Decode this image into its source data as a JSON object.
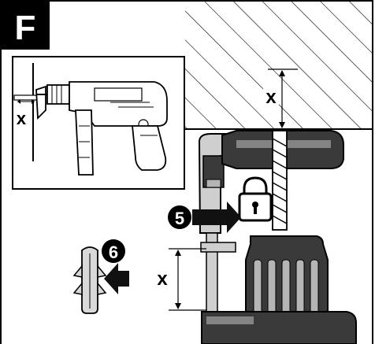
{
  "figure": {
    "panel_letter": "F",
    "step_numbers": [
      "5",
      "6"
    ],
    "dimension_label": "x"
  },
  "icons": {
    "lock": "lock-icon",
    "push_arrow": "arrow-right-icon",
    "insert_arrow": "arrow-left-icon",
    "wall_plug": "wall-plug-icon",
    "drill": "drill-icon"
  },
  "colors": {
    "outline": "#000000",
    "panel_badge": "#000000",
    "drill_body": "#3a3a3a",
    "drill_highlight": "#b5b5b5",
    "arrow_fill": "#111111",
    "plug_fill": "#d9d9d9"
  }
}
